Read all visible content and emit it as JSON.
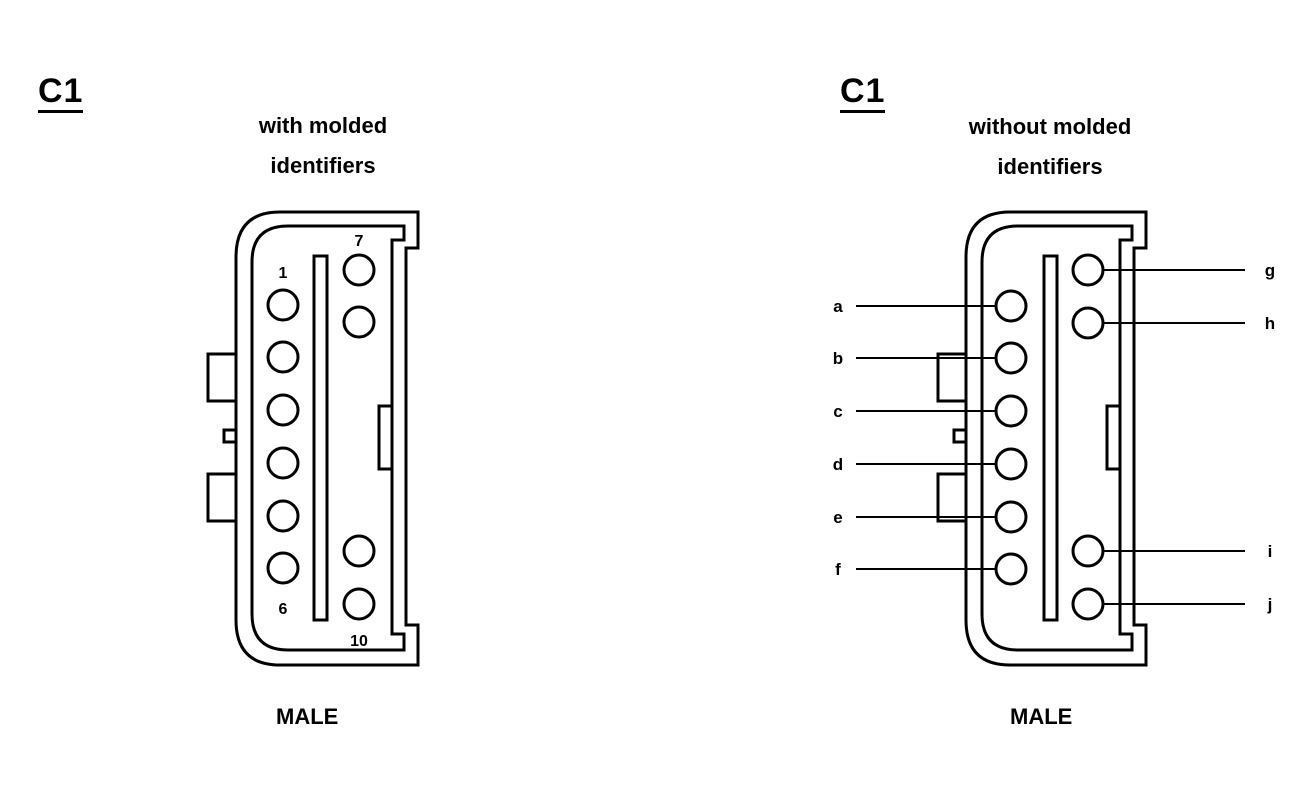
{
  "left": {
    "connector_id": "C1",
    "subtitle_line1": "with molded",
    "subtitle_line2": "identifiers",
    "gender": "MALE",
    "pin_labels": {
      "first": "1",
      "sixth": "6",
      "seventh": "7",
      "tenth": "10"
    }
  },
  "right": {
    "connector_id": "C1",
    "subtitle_line1": "without molded",
    "subtitle_line2": "identifiers",
    "gender": "MALE",
    "callouts_left": [
      "a",
      "b",
      "c",
      "d",
      "e",
      "f"
    ],
    "callouts_right": [
      "g",
      "h",
      "i",
      "j"
    ]
  }
}
